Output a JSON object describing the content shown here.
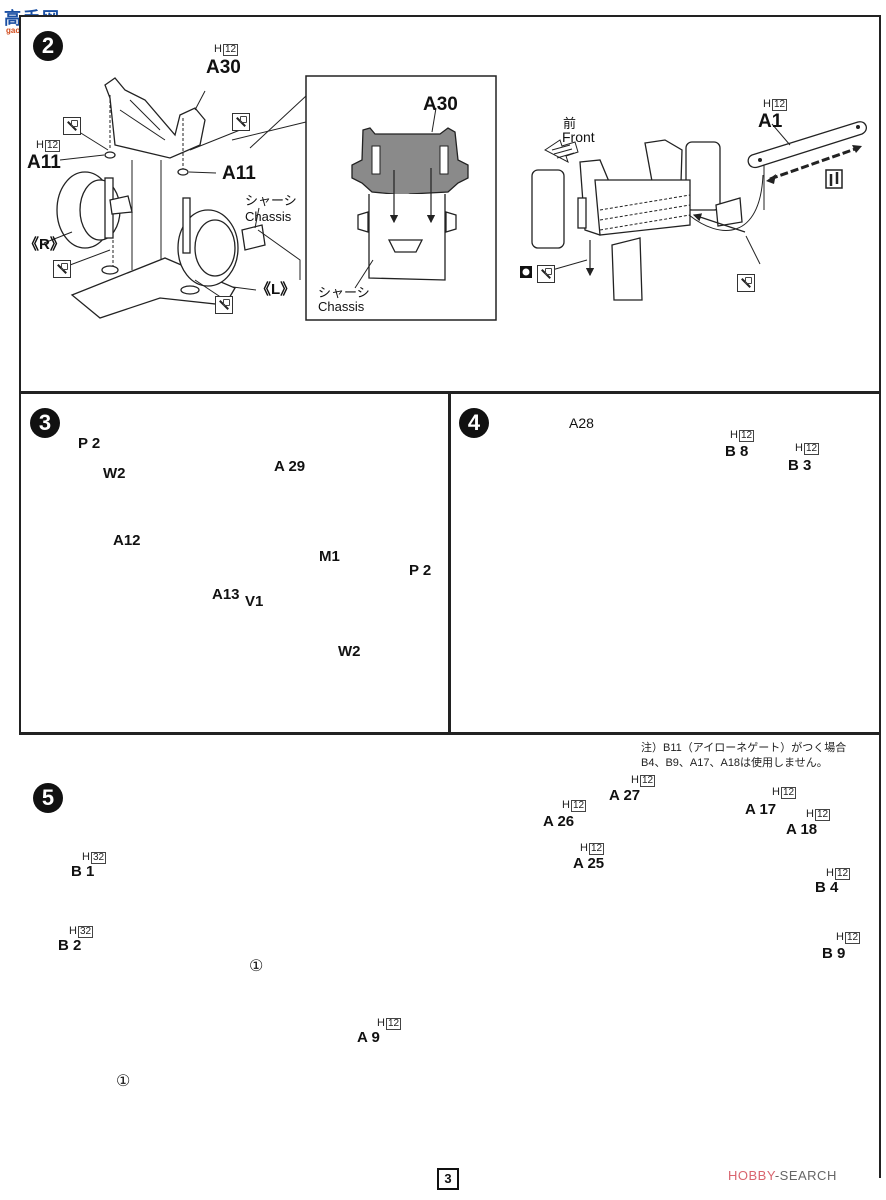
{
  "watermark_top": {
    "brand": "高手网",
    "site": "gao-shou.com"
  },
  "watermark_bottom": {
    "logo_part1": "HOBBY",
    "logo_part2": "-SEARCH",
    "brand_color": "#d9656f"
  },
  "page_number": "3",
  "paint_code_prefix": "H",
  "step2": {
    "number": "2",
    "labels": {
      "a30": "A30",
      "a11_left": "A11",
      "a11_right": "A11",
      "paint_a30": "12",
      "paint_a11": "12",
      "right_tag": "《R》",
      "left_tag": "《L》",
      "chassis_jp": "シャーシ",
      "chassis_en": "Chassis"
    },
    "inset": {
      "a30": "A30",
      "chassis_jp": "シャーシ",
      "chassis_en": "Chassis"
    },
    "right": {
      "front_jp": "前",
      "front_en": "Front",
      "a1": "A1",
      "paint_a1": "12"
    }
  },
  "step3": {
    "number": "3",
    "labels": {
      "p2_left": "P 2",
      "w2_left": "W2",
      "a29": "A 29",
      "a12": "A12",
      "m1": "M1",
      "p2_right": "P 2",
      "a13": "A13",
      "v1": "V1",
      "w2_right": "W2"
    }
  },
  "step4": {
    "number": "4",
    "labels": {
      "a28": "A28",
      "b8": "B 8",
      "paint_b8": "12",
      "b3": "B 3",
      "paint_b3": "12"
    }
  },
  "step5": {
    "number": "5",
    "note_line1": "注）B11（アイローネゲート）がつく場合",
    "note_line2": "B4、B9、A17、A18は使用しません。",
    "inset": {
      "b1": "B 1",
      "paint_b1": "32",
      "b2": "B 2",
      "paint_b2": "32",
      "decal1": "①",
      "decal2": "①",
      "a9": "A 9",
      "paint_a9": "12"
    },
    "labels": {
      "a26": "A 26",
      "paint_a26": "12",
      "a27": "A 27",
      "paint_a27": "12",
      "a25": "A 25",
      "paint_a25": "12",
      "a17": "A 17",
      "paint_a17": "12",
      "a18": "A 18",
      "paint_a18": "12",
      "b4": "B 4",
      "paint_b4": "12",
      "b9": "B 9",
      "paint_b9": "12"
    }
  }
}
